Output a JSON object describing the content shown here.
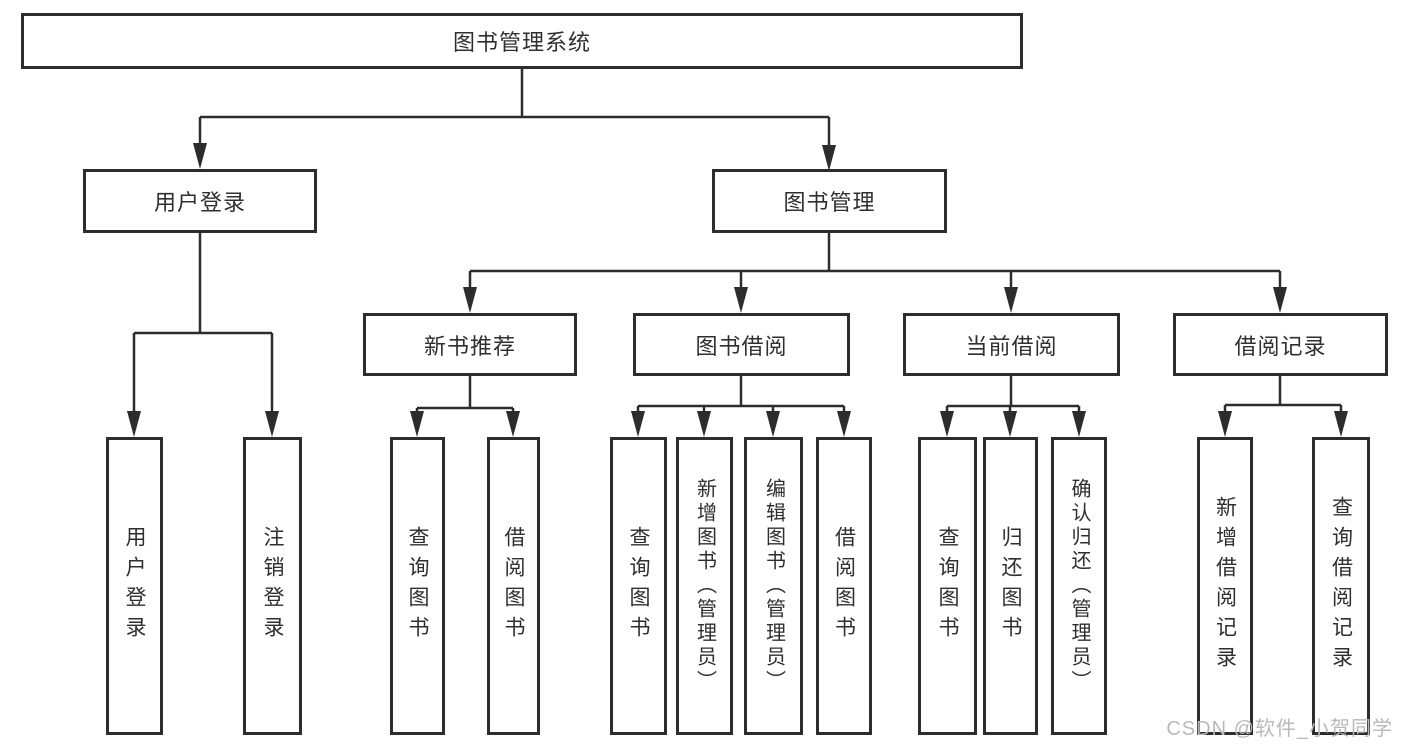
{
  "diagram": {
    "type": "hierarchy-tree",
    "title": "图书管理系统",
    "colors": {
      "line": "#2d2d2d",
      "box_border": "#2d2d2d",
      "text": "#2f2f2f",
      "background": "#ffffff",
      "watermark": "#b9b9b9"
    }
  },
  "tree": {
    "root": {
      "label": "图书管理系统",
      "children": [
        {
          "label": "用户登录",
          "children": [
            {
              "label": "用户登录"
            },
            {
              "label": "注销登录"
            }
          ]
        },
        {
          "label": "图书管理",
          "children": [
            {
              "label": "新书推荐",
              "children": [
                {
                  "label": "查询图书"
                },
                {
                  "label": "借阅图书"
                }
              ]
            },
            {
              "label": "图书借阅",
              "children": [
                {
                  "label": "查询图书"
                },
                {
                  "label": "新增图书（管理员）"
                },
                {
                  "label": "编辑图书（管理员）"
                },
                {
                  "label": "借阅图书"
                }
              ]
            },
            {
              "label": "当前借阅",
              "children": [
                {
                  "label": "查询图书"
                },
                {
                  "label": "归还图书"
                },
                {
                  "label": "确认归还（管理员）"
                }
              ]
            },
            {
              "label": "借阅记录",
              "children": [
                {
                  "label": "新增借阅记录"
                },
                {
                  "label": "查询借阅记录"
                }
              ]
            }
          ]
        }
      ]
    }
  },
  "watermark": {
    "text": "CSDN @软件_小贺同学"
  }
}
